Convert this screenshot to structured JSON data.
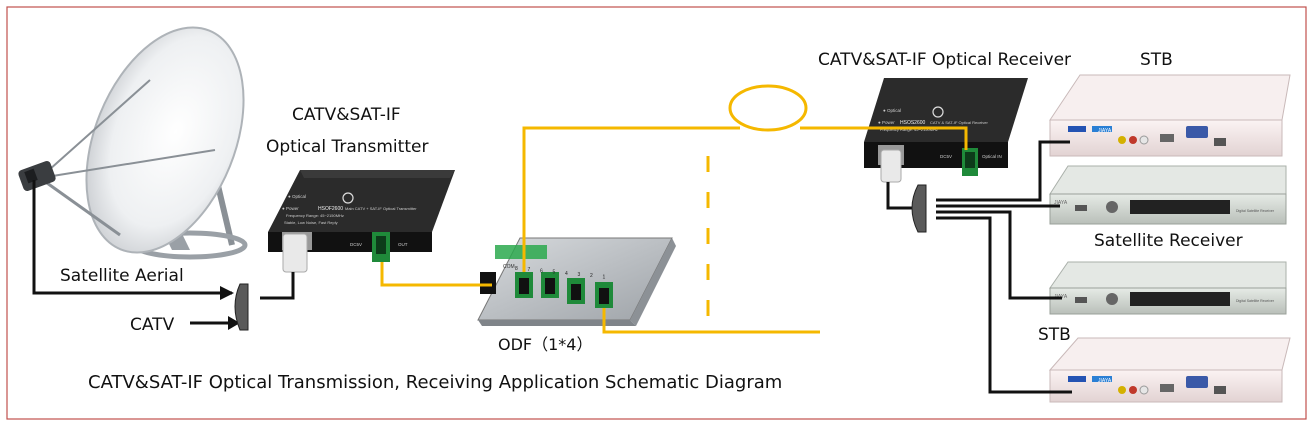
{
  "title": "CATV&SAT-IF Optical Transmission, Receiving Application Schematic Diagram",
  "labels": {
    "satellite_aerial": "Satellite Aerial",
    "catv": "CATV",
    "transmitter_line1": "CATV&SAT-IF",
    "transmitter_line2": "Optical Transmitter",
    "receiver": "CATV&SAT-IF Optical Receiver",
    "stb_top": "STB",
    "satellite_receiver": "Satellite Receiver",
    "stb_bottom": "STB",
    "odf": "ODF（1*4）"
  },
  "device_text": {
    "tx_optical": "● Optical",
    "tx_power": "● Power",
    "tx_model": "HSOF2600",
    "tx_desc": "Main CATV + SAT-IF  Optical Transmitter",
    "tx_range": "Frequency Range: 45~2150MHz",
    "tx_feature": "Stable, Low Noise, Fast Reply",
    "tx_dc": "DC5V",
    "tx_out": "OUT",
    "rx_optical": "● Optical",
    "rx_power": "● Power",
    "rx_model": "HSOS2600",
    "rx_desc": "CATV & SAT-IF Optical Receiver",
    "rx_range": "Frequency Range: 45~2150MHz",
    "rx_dc": "DC5V",
    "rx_in": "Optical IN",
    "odf_ports": [
      "8",
      "7",
      "6",
      "5",
      "4",
      "3",
      "2",
      "1"
    ],
    "odf_com": "COM",
    "box_brand": "JIAYA",
    "box_tag": "Digital Satellite Receiver"
  },
  "colors": {
    "fiber": "#f5b800",
    "cable": "#111111",
    "border": "#c0504d",
    "device_dark": "#1a1a1a",
    "port_green": "#1f8a3a",
    "stb_body": "#f4eaea",
    "rx_body": "#d9ddd9"
  }
}
